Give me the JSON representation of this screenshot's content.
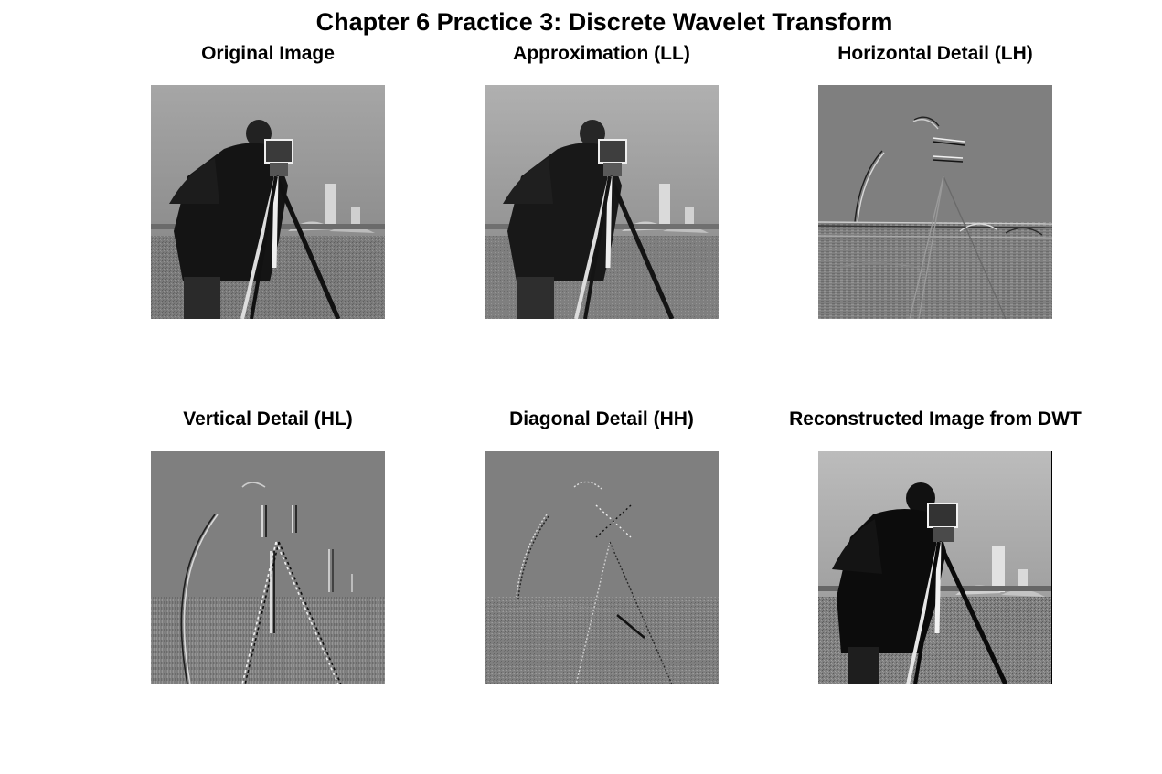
{
  "figure": {
    "title": "Chapter 6 Practice 3: Discrete Wavelet Transform"
  },
  "panels": [
    {
      "title": "Original Image",
      "scene": "original"
    },
    {
      "title": "Approximation (LL)",
      "scene": "approx"
    },
    {
      "title": "Horizontal Detail (LH)",
      "scene": "horizontal"
    },
    {
      "title": "Vertical Detail (HL)",
      "scene": "vertical"
    },
    {
      "title": "Diagonal Detail (HH)",
      "scene": "diagonal"
    },
    {
      "title": "Reconstructed Image from DWT",
      "scene": "reconstructed"
    }
  ],
  "colors": {
    "background": "#ffffff",
    "title_text": "#000000",
    "detail_gray": "#7f7f7f",
    "sky_gray": "#9a9a9a",
    "coat_dark": "#1a1a1a"
  }
}
